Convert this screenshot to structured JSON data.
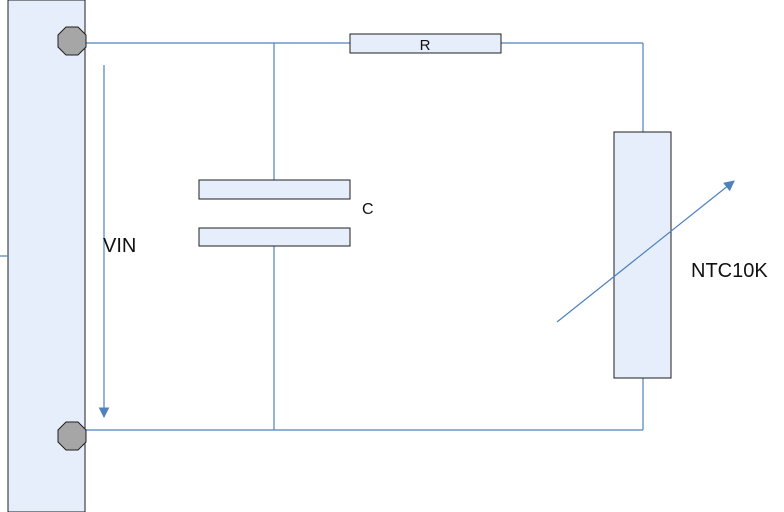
{
  "labels": {
    "resistor": "R",
    "capacitor": "C",
    "vin": "VIN",
    "thermistor": "NTC10K"
  },
  "colors": {
    "wire": "#4f81bd",
    "component_fill": "#e6eefb",
    "terminal_fill": "#a6a6a6",
    "outline": "#1f1f1f"
  }
}
